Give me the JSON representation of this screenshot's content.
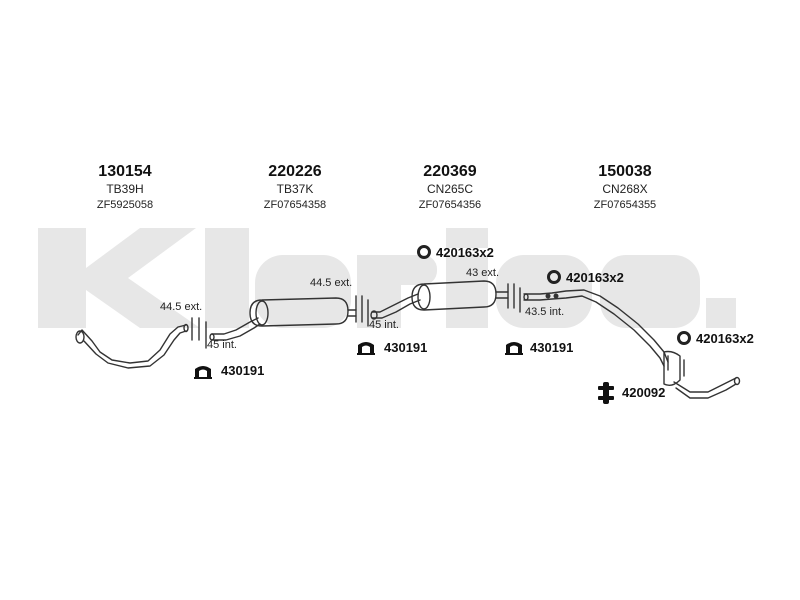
{
  "parts": [
    {
      "number": "130154",
      "code": "TB39H",
      "ref": "ZF5925058"
    },
    {
      "number": "220226",
      "code": "TB37K",
      "ref": "ZF07654358"
    },
    {
      "number": "220369",
      "code": "CN265C",
      "ref": "ZF07654356"
    },
    {
      "number": "150038",
      "code": "CN268X",
      "ref": "ZF07654355"
    }
  ],
  "joints": {
    "j1_ext": "44.5 ext.",
    "j1_int": "45 int.",
    "j2_ext": "44.5 ext.",
    "j2_int": "45 int.",
    "j3_ext": "43 ext.",
    "j3_int": "43.5 int."
  },
  "accessories": {
    "ring_top_mid": "420163x2",
    "ring_top_right": "420163x2",
    "ring_right": "420163x2",
    "hanger_1": "430191",
    "hanger_2": "430191",
    "hanger_3": "430191",
    "clamp": "420092"
  },
  "colors": {
    "watermark": "#e6e6e6",
    "line": "#333333"
  }
}
